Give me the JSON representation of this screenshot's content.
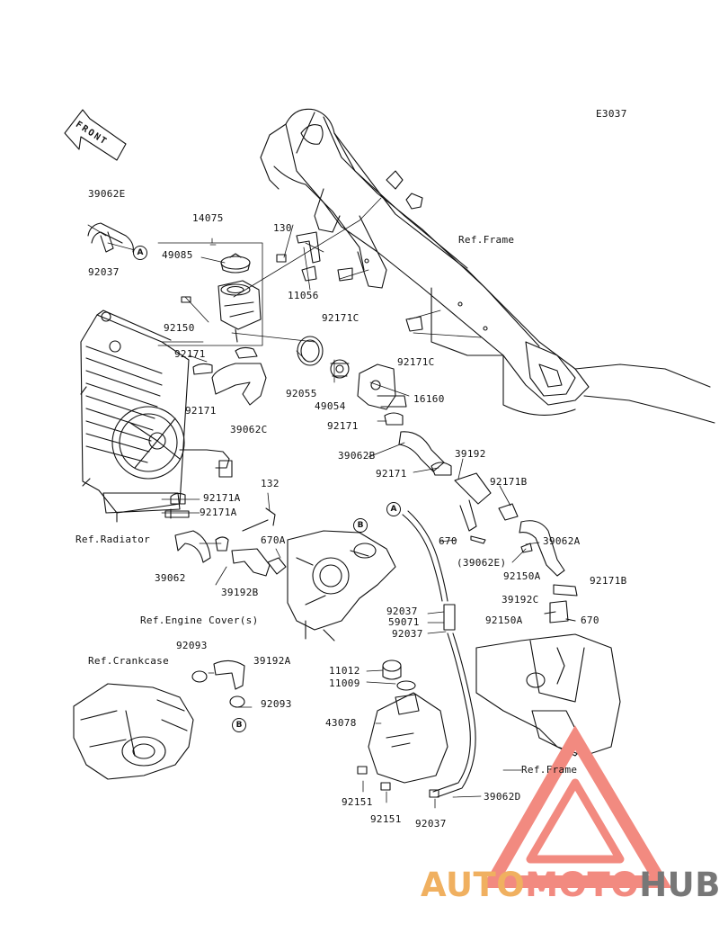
{
  "diagram_code": "E3037",
  "front_label": "FRONT",
  "watermark": {
    "part1": "AUTO",
    "part2": "MOTO",
    "part3": "HUB",
    "color_orange": "#f0b060",
    "color_red": "#f28a80",
    "color_gray": "#777777"
  },
  "parts": {
    "p39062E": "39062E",
    "p92037a": "92037",
    "p14075": "14075",
    "p49085": "49085",
    "p130": "130",
    "p11056": "11056",
    "p92171Ca": "92171C",
    "p92171Cb": "92171C",
    "p92150": "92150",
    "p92171a": "92171",
    "p92171b": "92171",
    "p39062C": "39062C",
    "p92055": "92055",
    "p49054": "49054",
    "p16160": "16160",
    "p92171c": "92171",
    "p39062B": "39062B",
    "p39192": "39192",
    "p92171d": "92171",
    "p92171B": "92171B",
    "p132": "132",
    "p92171Aa": "92171A",
    "p92171Ab": "92171A",
    "p670A": "670A",
    "p670a": "670",
    "p39062Ea": "(39062E)",
    "p39062A": "39062A",
    "p92150A": "92150A",
    "p92171Bb": "92171B",
    "p39192C": "39192C",
    "p92150Ab": "92150A",
    "p670b": "670",
    "p39062": "39062",
    "p39192B": "39192B",
    "p92037b": "92037",
    "p59071": "59071",
    "p92037c": "92037",
    "p92093a": "92093",
    "p39192A": "39192A",
    "p92093b": "92093",
    "p11012": "11012",
    "p11009": "11009",
    "p43078": "43078",
    "p92151a": "92151",
    "p92151b": "92151",
    "p92037d": "92037",
    "p39062D": "39062D"
  },
  "refs": {
    "frame1": "Ref.Frame",
    "radiator": "Ref.Radiator",
    "engine_cover": "Ref.Engine Cover(s)",
    "crankcase": "Ref.Crankcase",
    "frame2": "Ref.Frame"
  },
  "markers": {
    "A": "A",
    "B": "B"
  }
}
